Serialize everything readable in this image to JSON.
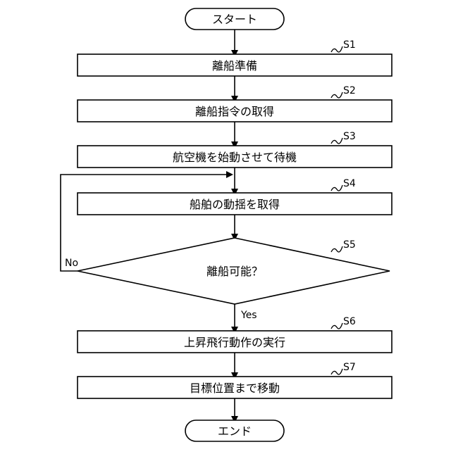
{
  "flowchart": {
    "start": "スタート",
    "end": "エンド",
    "steps": [
      {
        "id": "S1",
        "label": "離船準備"
      },
      {
        "id": "S2",
        "label": "離船指令の取得"
      },
      {
        "id": "S3",
        "label": "航空機を始動させて待機"
      },
      {
        "id": "S4",
        "label": "船舶の動揺を取得"
      },
      {
        "id": "S5",
        "label": "離船可能？"
      },
      {
        "id": "S6",
        "label": "上昇飛行動作の実行"
      },
      {
        "id": "S7",
        "label": "目標位置まで移動"
      }
    ],
    "yes_label": "Yes",
    "no_label": "No"
  }
}
